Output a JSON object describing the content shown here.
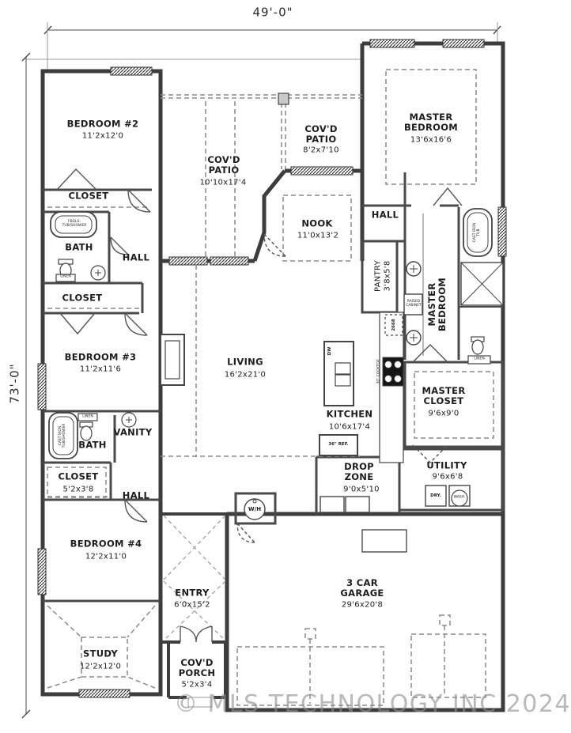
{
  "dimensions": {
    "width": "49'-0\"",
    "height": "73'-0\""
  },
  "watermark": "© MLS TECHNOLOGY INC 2024",
  "rooms": {
    "bedroom2": {
      "name": "BEDROOM #2",
      "size": "11'2x12'0"
    },
    "closet_bedroom2": {
      "name": "CLOSET"
    },
    "bath_upper": {
      "name": "BATH"
    },
    "hall_upper": {
      "name": "HALL"
    },
    "closet_hall": {
      "name": "CLOSET"
    },
    "bedroom3": {
      "name": "BEDROOM #3",
      "size": "11'2x11'6"
    },
    "bath_lower": {
      "name": "BATH"
    },
    "vanity": {
      "name": "VANITY"
    },
    "closet_lower": {
      "name": "CLOSET",
      "size": "5'2x3'8"
    },
    "hall_lower": {
      "name": "HALL"
    },
    "bedroom4": {
      "name": "BEDROOM #4",
      "size": "12'2x11'0"
    },
    "study": {
      "name": "STUDY",
      "size": "12'2x12'0"
    },
    "entry": {
      "name": "ENTRY",
      "size": "6'0x15'2"
    },
    "covd_porch": {
      "name": "COV'D\nPORCH",
      "size": "5'2x3'4"
    },
    "covd_patio_large": {
      "name": "COV'D\nPATIO",
      "size": "10'10x17'4"
    },
    "covd_patio_small": {
      "name": "COV'D\nPATIO",
      "size": "8'2x7'10"
    },
    "nook": {
      "name": "NOOK",
      "size": "11'0x13'2"
    },
    "master_bedroom": {
      "name": "MASTER\nBEDROOM",
      "size": "13'6x16'6"
    },
    "hall_master": {
      "name": "HALL"
    },
    "pantry": {
      "name": "PANTRY",
      "size": "3'8x5'8"
    },
    "master_bath": {
      "name": "MASTER\nBEDROOM"
    },
    "living": {
      "name": "LIVING",
      "size": "16'2x21'0"
    },
    "kitchen": {
      "name": "KITCHEN",
      "size": "10'6x17'4"
    },
    "master_closet": {
      "name": "MASTER\nCLOSET",
      "size": "9'6x9'0"
    },
    "utility": {
      "name": "UTILITY",
      "size": "9'6x6'8"
    },
    "drop_zone": {
      "name": "DROP\nZONE",
      "size": "9'0x5'10"
    },
    "garage": {
      "name": "3 CAR\nGARAGE",
      "size": "29'6x20'8"
    }
  },
  "fixtures": {
    "tub_shower_upper": "FBGLS.\nTUB/SHOWER",
    "tub_shower_lower": "CAST IRON\nTUB/SHOWER",
    "master_tub": "CAST IRON\nTUB",
    "linen_upper": "LINEN",
    "linen_lower": "LINEN",
    "linen_master": "LINEN",
    "raised_cabinet": "RAISED\nCABINET",
    "cooktop": "30\" COOKTOP",
    "refrigerator": "36\" REF.",
    "dishwasher": "DW",
    "dryer": "DRY.",
    "washer": "WASH.",
    "water_heater": "W/H",
    "door_size": "2668"
  },
  "colors": {
    "wall": "#3d3d3d",
    "dashed": "#8a8a8a",
    "watermark": "#8f8f8f"
  }
}
